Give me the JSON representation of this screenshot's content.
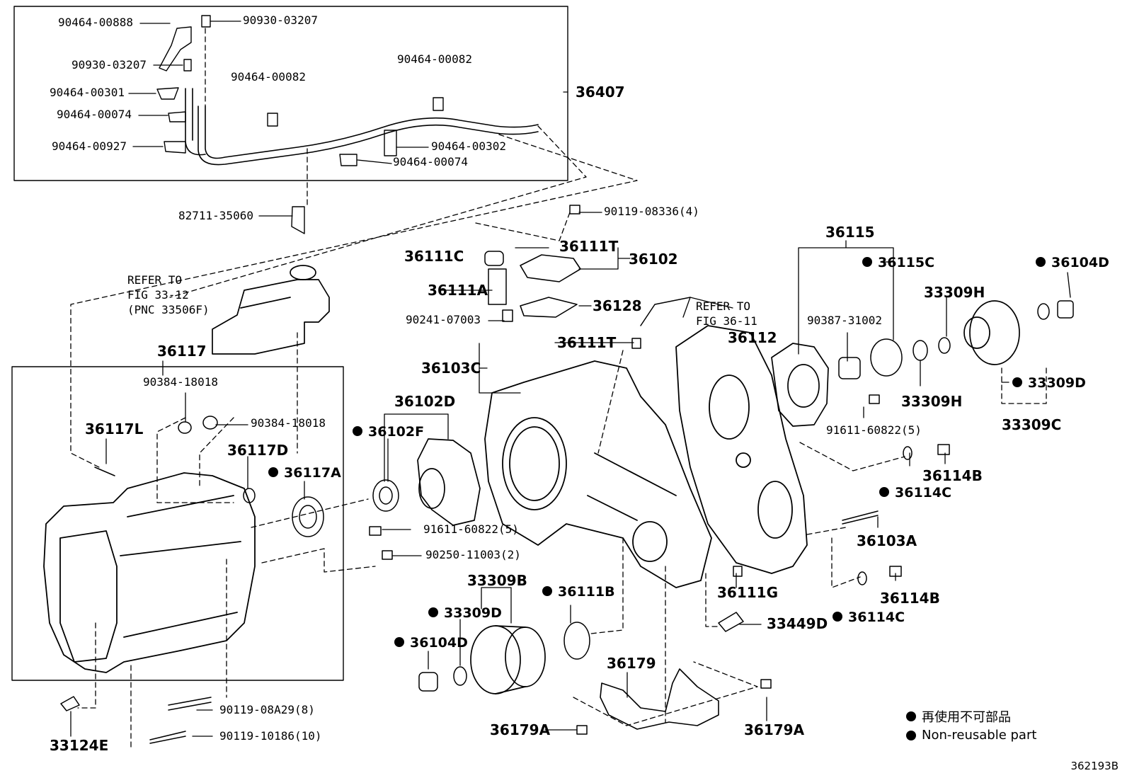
{
  "labels": {
    "p90464_00888": "90464-00888",
    "p90930_03207_a": "90930-03207",
    "p90930_03207_b": "90930-03207",
    "p90464_00082_a": "90464-00082",
    "p90464_00082_b": "90464-00082",
    "p90464_00301": "90464-00301",
    "p90464_00074_a": "90464-00074",
    "p90464_00927": "90464-00927",
    "p90464_00302": "90464-00302",
    "p90464_00074_b": "90464-00074",
    "p36407": "36407",
    "p82711_35060": "82711-35060",
    "p90119_08336": "90119-08336(4)",
    "p36111C": "36111C",
    "p36111T_a": "36111T",
    "p36102": "36102",
    "p36111A": "36111A",
    "p36128": "36128",
    "p90241_07003": "90241-07003",
    "p36111T_b": "36111T",
    "p36103C": "36103C",
    "p36112": "36112",
    "p36115": "36115",
    "p36115C": "36115C",
    "p36104D_a": "36104D",
    "p33309H_a": "33309H",
    "p90387_31002": "90387-31002",
    "p33309H_b": "33309H",
    "p33309D_a": "33309D",
    "p91611_60822_a": "91611-60822(5)",
    "p33309C": "33309C",
    "p36117": "36117",
    "p90384_18018_a": "90384-18018",
    "p90384_18018_b": "90384-18018",
    "p36117L": "36117L",
    "p36117D": "36117D",
    "p36117A": "36117A",
    "p36102D": "36102D",
    "p36102F": "36102F",
    "p91611_60822_b": "91611-60822(5)",
    "p90250_11003": "90250-11003(2)",
    "p36114B_a": "36114B",
    "p36114C_a": "36114C",
    "p36103A": "36103A",
    "p36114B_b": "36114B",
    "p36114C_b": "36114C",
    "p36111G": "36111G",
    "p33449D": "33449D",
    "p33309B": "33309B",
    "p36111B": "36111B",
    "p33309D_b": "33309D",
    "p36104D_b": "36104D",
    "p36179": "36179",
    "p36179A_a": "36179A",
    "p36179A_b": "36179A",
    "p33124E": "33124E",
    "p90119_08A29": "90119-08A29(8)",
    "p90119_10186": "90119-10186(10)"
  },
  "refs": {
    "ref1_l1": "REFER TO",
    "ref1_l2": "FIG 33-12",
    "ref1_l3": "(PNC 33506F)",
    "ref2_l1": "REFER TO",
    "ref2_l2": "FIG 36-11"
  },
  "legend": {
    "jp": "再使用不可部品",
    "en": "Non-reusable part"
  },
  "figure_id": "362193B"
}
